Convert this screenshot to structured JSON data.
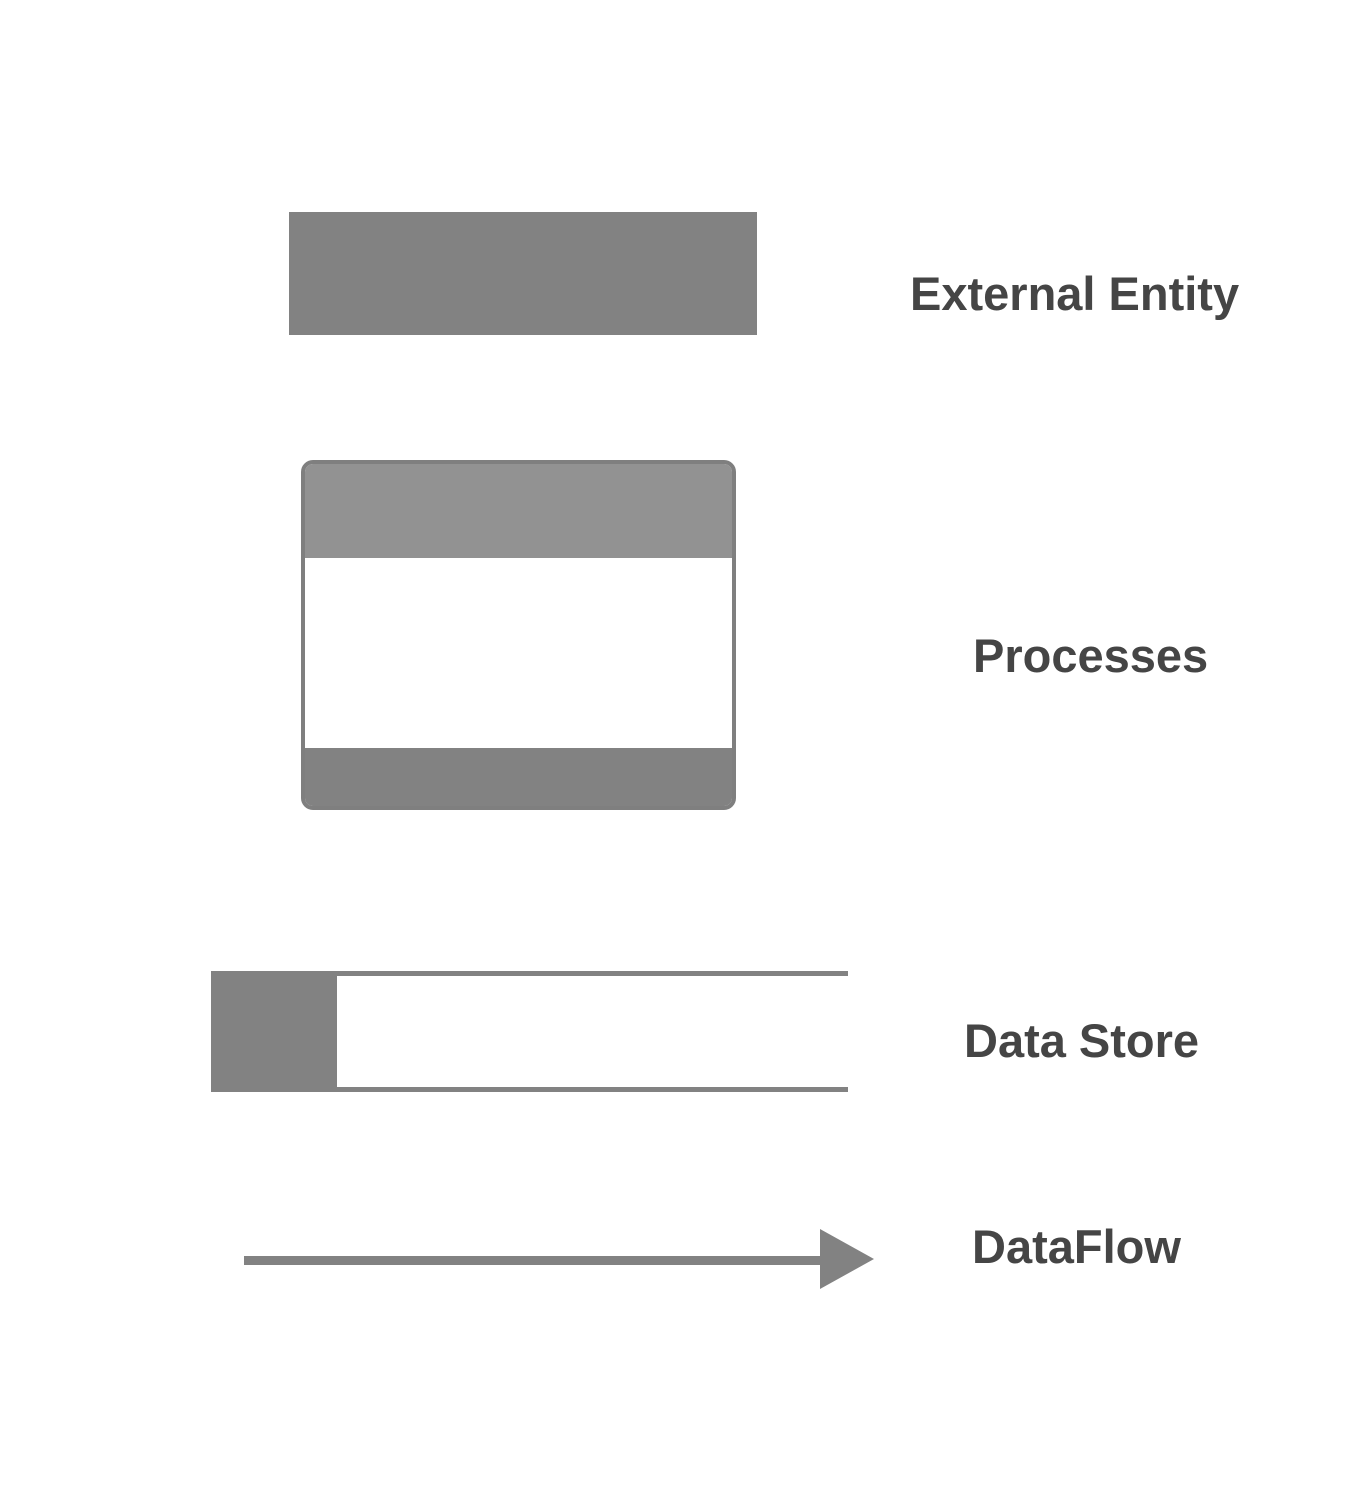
{
  "legend": {
    "external_entity": "External Entity",
    "processes": "Processes",
    "data_store": "Data Store",
    "dataflow": "DataFlow"
  },
  "colors": {
    "symbol_gray": "#828282",
    "process_header_gray": "#929292",
    "label_text": "#454545",
    "background": "#ffffff"
  }
}
